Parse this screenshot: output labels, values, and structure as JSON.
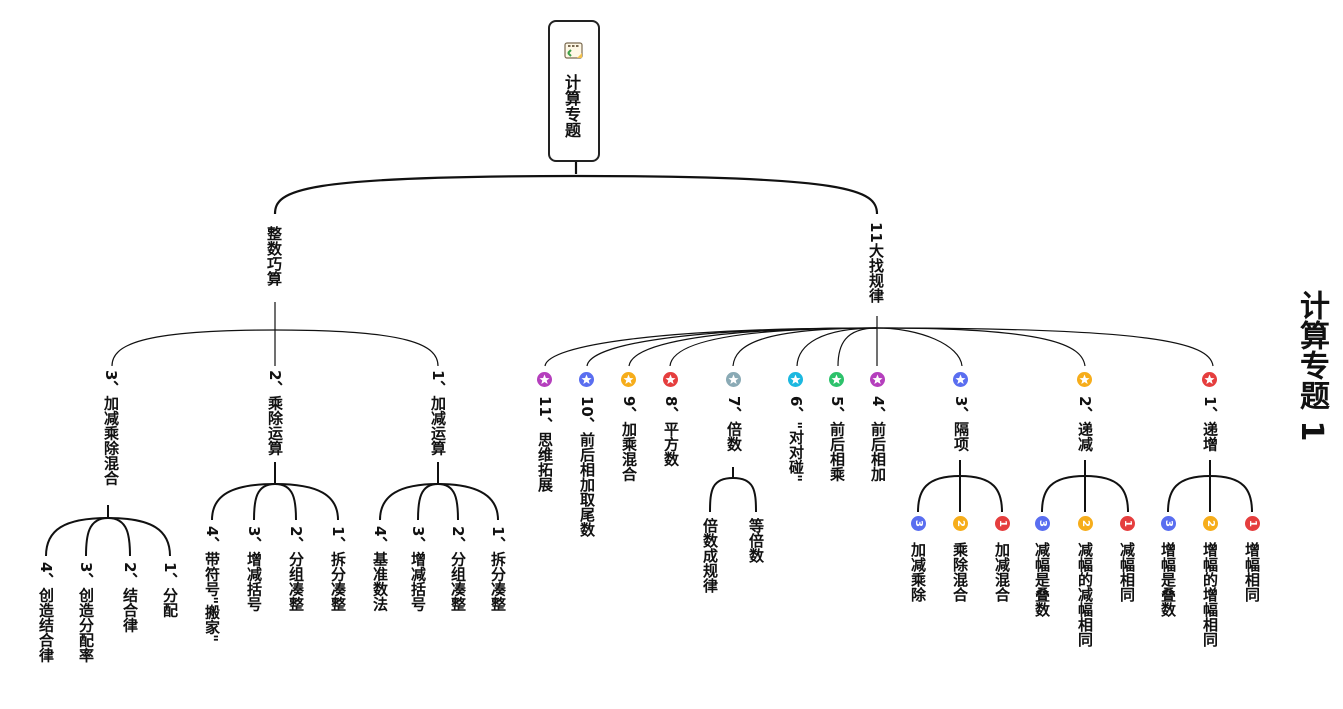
{
  "title": "计算专题 1",
  "root": {
    "label": "计算专题",
    "icon": "note-icon"
  },
  "colors": {
    "red": "#e53e3e",
    "yellow": "#f6ad1b",
    "blue": "#5a6ef0",
    "purple": "#b53fbd",
    "teal": "#1cb8e0",
    "green": "#2dc26b",
    "gray": "#8aaab5"
  },
  "branches": [
    {
      "label": "整数巧算",
      "children": [
        {
          "label": "1、加减运算",
          "children": [
            "1、拆分凑整",
            "2、分组凑整",
            "3、增减括号",
            "4、基准数法"
          ]
        },
        {
          "label": "2、乘除运算",
          "children": [
            "1、拆分凑整",
            "2、分组凑整",
            "3、增减括号",
            "4、带符号\"搬家\""
          ]
        },
        {
          "label": "3、加减乘除混合",
          "children": [
            "1、分配",
            "2、结合律",
            "3、创造分配率",
            "4、创造结合律"
          ]
        }
      ]
    },
    {
      "label": "11大找规律",
      "children": [
        {
          "label": "1、递增",
          "marker": "star-red",
          "children": [
            {
              "num": "1",
              "label": "增幅相同"
            },
            {
              "num": "2",
              "label": "增幅的增幅相同"
            },
            {
              "num": "3",
              "label": "增幅是叠数"
            }
          ]
        },
        {
          "label": "2、递减",
          "marker": "star-yellow",
          "children": [
            {
              "num": "1",
              "label": "减幅相同"
            },
            {
              "num": "2",
              "label": "减幅的减幅相同"
            },
            {
              "num": "3",
              "label": "减幅是叠数"
            }
          ]
        },
        {
          "label": "3、隔项",
          "marker": "star-blue",
          "children": [
            {
              "num": "1",
              "label": "加减混合"
            },
            {
              "num": "2",
              "label": "乘除混合"
            },
            {
              "num": "3",
              "label": "加减乘除"
            }
          ]
        },
        {
          "label": "4、前后相加",
          "marker": "star-purple"
        },
        {
          "label": "5、前后相乘",
          "marker": "star-green"
        },
        {
          "label": "6、\"对对碰\"",
          "marker": "star-teal"
        },
        {
          "label": "7、倍数",
          "marker": "star-gray",
          "children": [
            "等倍数",
            "倍数成规律"
          ]
        },
        {
          "label": "8、平方数",
          "marker": "star-red"
        },
        {
          "label": "9、加乘混合",
          "marker": "star-yellow"
        },
        {
          "label": "10、前后相加取尾数",
          "marker": "star-blue"
        },
        {
          "label": "11、思维拓展",
          "marker": "star-purple"
        }
      ]
    }
  ]
}
